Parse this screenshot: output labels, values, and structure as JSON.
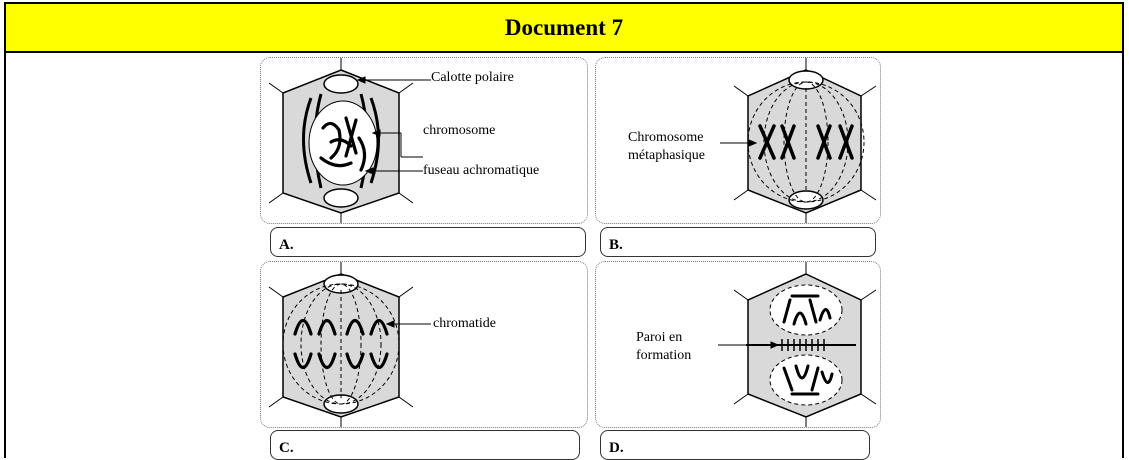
{
  "document": {
    "title": "Document 7"
  },
  "panels": {
    "A": {
      "caption": "A.",
      "labels": {
        "pole_cap": "Calotte polaire",
        "chromosome": "chromosome",
        "spindle": "fuseau achromatique"
      }
    },
    "B": {
      "caption": "B.",
      "labels": {
        "metaphase_line1": "Chromosome",
        "metaphase_line2": "métaphasique"
      }
    },
    "C": {
      "caption": "C.",
      "labels": {
        "chromatid": "chromatide"
      }
    },
    "D": {
      "caption": "D.",
      "labels": {
        "wall_line1": "Paroi en",
        "wall_line2": "formation"
      }
    }
  }
}
